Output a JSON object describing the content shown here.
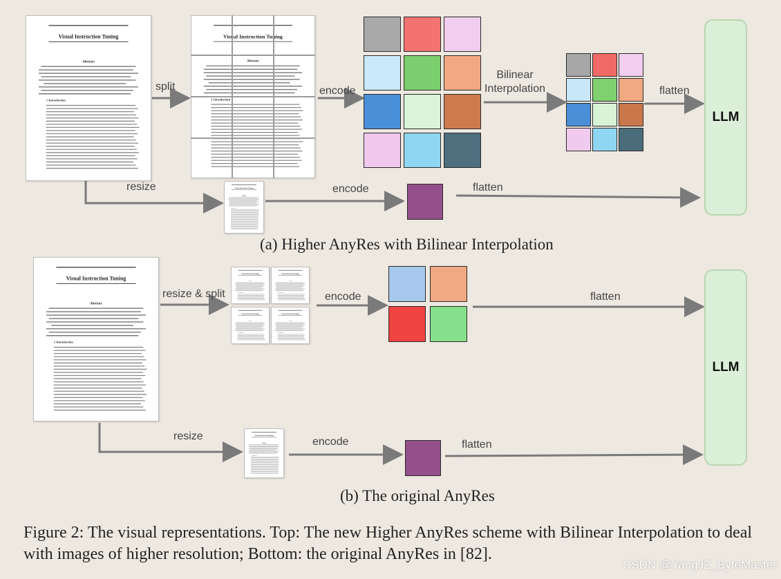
{
  "top": {
    "label_split": "split",
    "label_encode": "encode",
    "label_bilinear_line1": "Bilinear",
    "label_bilinear_line2": "Interpolation",
    "label_flatten": "flatten",
    "label_resize": "resize",
    "label_encode_low": "encode",
    "label_flatten_low": "flatten",
    "llm_label": "LLM",
    "caption": "(a) Higher AnyRes with Bilinear Interpolation",
    "grid_big_colors": [
      "#a9a9a9",
      "#f47370",
      "#f1cdef",
      "#c9e8f9",
      "#7ccf6e",
      "#f2a883",
      "#4a90d9",
      "#d9f4d8",
      "#cd7a4e",
      "#f0c8ee",
      "#8fd6f3",
      "#4d6f7e"
    ],
    "grid_small_colors": [
      "#a7a7a7",
      "#f26a67",
      "#f1cdef",
      "#c8e8f9",
      "#7fd06f",
      "#f1a982",
      "#4a8fd8",
      "#d8f3d6",
      "#ca774b",
      "#f1cbef",
      "#8fd6f3",
      "#4b6d7b"
    ],
    "low_tile_color": "#94508b",
    "doc_title": "Visual Instruction Tuning",
    "doc_abstract": "Abstract",
    "doc_intro": "1 Introduction"
  },
  "bottom": {
    "label_resize_split": "resize & split",
    "label_encode": "encode",
    "label_flatten": "flatten",
    "label_resize": "resize",
    "label_encode_low": "encode",
    "label_flatten_low": "flatten",
    "llm_label": "LLM",
    "caption": "(b) The original AnyRes",
    "grid_colors": [
      "#a7c8ec",
      "#f1a983",
      "#f04343",
      "#86df8b"
    ],
    "low_tile_color": "#94508b",
    "doc_title": "Visual Instruction Tuning",
    "doc_abstract": "Abstract",
    "doc_intro": "1 Introduction"
  },
  "figure_caption": "Figure 2: The visual representations. Top: The new Higher AnyRes scheme with Bilinear Interpolation to deal with images of higher resolution; Bottom: the original AnyRes in [82].",
  "watermark": "CSDN @YangJZ_ByteMaster",
  "colors": {
    "arrow": "#7a7a7a",
    "llm_fill": "#dcefd8",
    "llm_border": "#b8d6b0"
  }
}
